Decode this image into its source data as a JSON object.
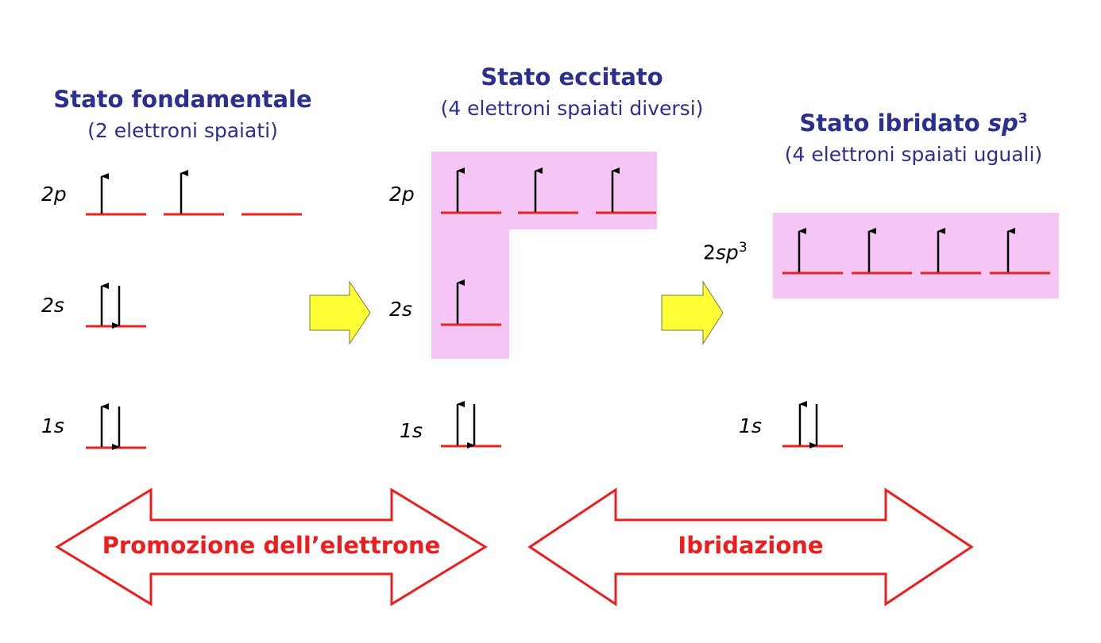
{
  "ground": {
    "title": "Stato fondamentale",
    "subtitle": "(2 elettroni spaiati)",
    "levels": {
      "p": "2p",
      "s2": "2s",
      "s1": "1s"
    }
  },
  "excited": {
    "title": "Stato eccitato",
    "subtitle": "(4 elettroni spaiati diversi)",
    "levels": {
      "p": "2p",
      "s2": "2s",
      "s1": "1s"
    }
  },
  "hybrid": {
    "title": "Stato ibridato ",
    "title_sp": "sp",
    "title_exp": "3",
    "subtitle": "(4 elettroni spaiati uguali)",
    "levels": {
      "sp3_num": "2",
      "sp3_sp": "sp",
      "sp3_exp": "3",
      "s1": "1s"
    }
  },
  "arrows": {
    "promotion": "Promozione dell’elettrone",
    "hybridization": "Ibridazione"
  },
  "colors": {
    "title": "#2b2f8f",
    "level_line": "#e8231f",
    "highlight": "#f5c6f5",
    "step_arrow": "#ffff33",
    "double_arrow": "#ee1c1c"
  }
}
